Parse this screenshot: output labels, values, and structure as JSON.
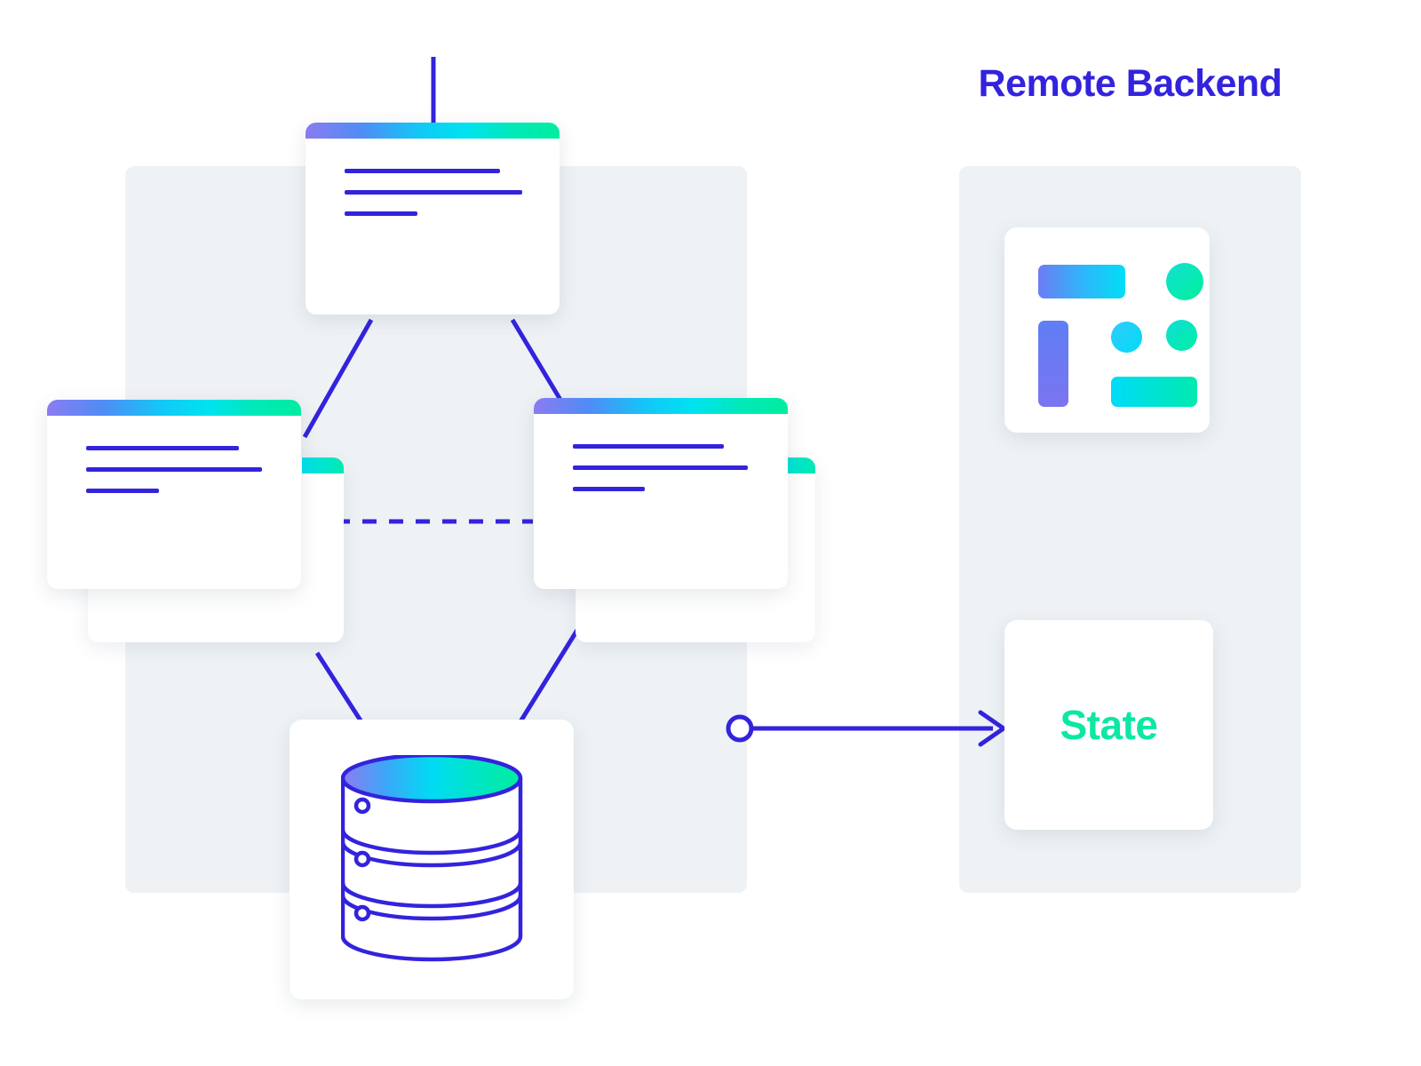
{
  "diagram": {
    "title": "Terraform remote backend architecture diagram",
    "background_color": "#ffffff"
  },
  "panels": [
    {
      "id": "local",
      "label": "",
      "color": "#eef2f5"
    },
    {
      "id": "remote",
      "label": "Remote Backend",
      "color": "#eef2f5"
    }
  ],
  "header": {
    "backend_title": "Remote Backend",
    "backend_title_color": "#3323dd"
  },
  "state": {
    "label": "State",
    "label_color": "#0ce8a4"
  },
  "cards": [
    {
      "id": "config-top",
      "name": "configuration-card-top",
      "topbar_gradient": "purple-cyan-green",
      "text_lines": [
        175,
        200,
        82
      ]
    },
    {
      "id": "config-left",
      "name": "configuration-card-left",
      "topbar_gradient": "purple-cyan-green",
      "text_lines": [
        172,
        198,
        82
      ]
    },
    {
      "id": "config-right",
      "name": "configuration-card-right",
      "topbar_gradient": "purple-cyan-green",
      "text_lines": [
        170,
        197,
        81
      ]
    },
    {
      "id": "ghost-left",
      "name": "configuration-card-left-back",
      "topbar_gradient": "cyan-green",
      "text_lines": []
    },
    {
      "id": "ghost-right",
      "name": "configuration-card-right-back",
      "topbar_gradient": "cyan-green",
      "text_lines": []
    }
  ],
  "icons": {
    "database": "database-cylinder-icon",
    "dashboard": "dashboard-grid-icon"
  },
  "connectors": {
    "vertical_top": "solid",
    "diagonals": "solid",
    "middle": "dashed",
    "state_arrow": "arrow-with-circle-endpoint"
  },
  "colors": {
    "accent_blue": "#3323dd",
    "accent_green": "#0ce8a4",
    "panel_gray": "#eef2f5",
    "card_white": "#ffffff",
    "gradient_start": "#8a7cf0",
    "gradient_mid": "#00e2f0",
    "gradient_end": "#00eda0"
  }
}
